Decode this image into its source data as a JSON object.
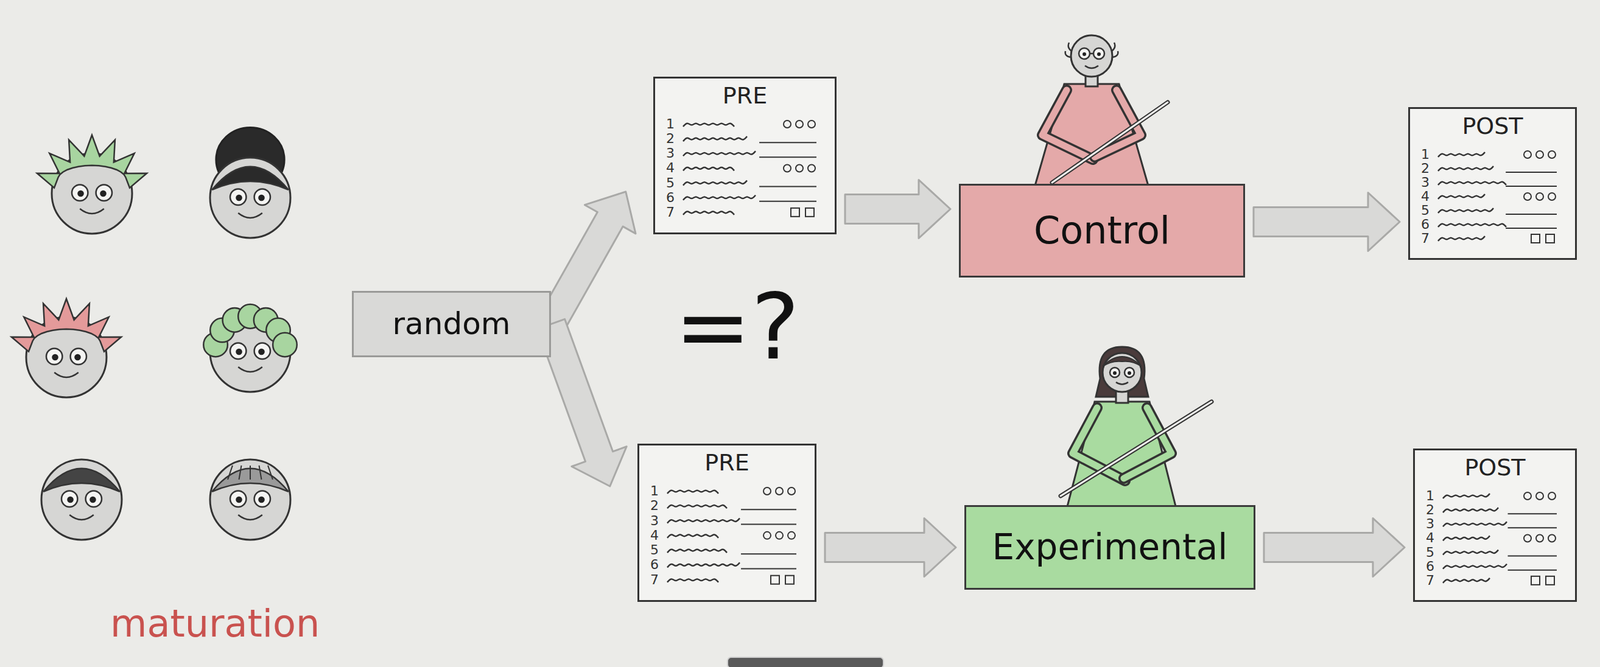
{
  "diagram": {
    "nodes": [
      {
        "text": [
          "random"
        ]
      },
      {
        "text": [
          "PRE"
        ]
      },
      {
        "text": [
          "PRE"
        ]
      },
      {
        "text": [
          "Control"
        ]
      },
      {
        "text": [
          "Experimental"
        ]
      },
      {
        "text": [
          "POST"
        ]
      },
      {
        "text": [
          "POST"
        ]
      }
    ],
    "edges": [
      {
        "from": 0,
        "to": 1,
        "arrow": "to"
      },
      {
        "from": 0,
        "to": 2,
        "arrow": "to"
      },
      {
        "from": 1,
        "to": 3,
        "arrow": "to"
      },
      {
        "from": 2,
        "to": 4,
        "arrow": "to"
      },
      {
        "from": 3,
        "to": 5,
        "arrow": "to"
      },
      {
        "from": 4,
        "to": 6,
        "arrow": "to"
      }
    ],
    "labels": [
      "=?",
      "maturation",
      "1",
      "2",
      "3",
      "4",
      "5",
      "6",
      "7",
      "1",
      "2",
      "3",
      "4",
      "5",
      "6",
      "7",
      "1",
      "2",
      "3",
      "4",
      "5",
      "6",
      "7",
      "1",
      "2",
      "3",
      "4",
      "5",
      "6",
      "7"
    ]
  }
}
